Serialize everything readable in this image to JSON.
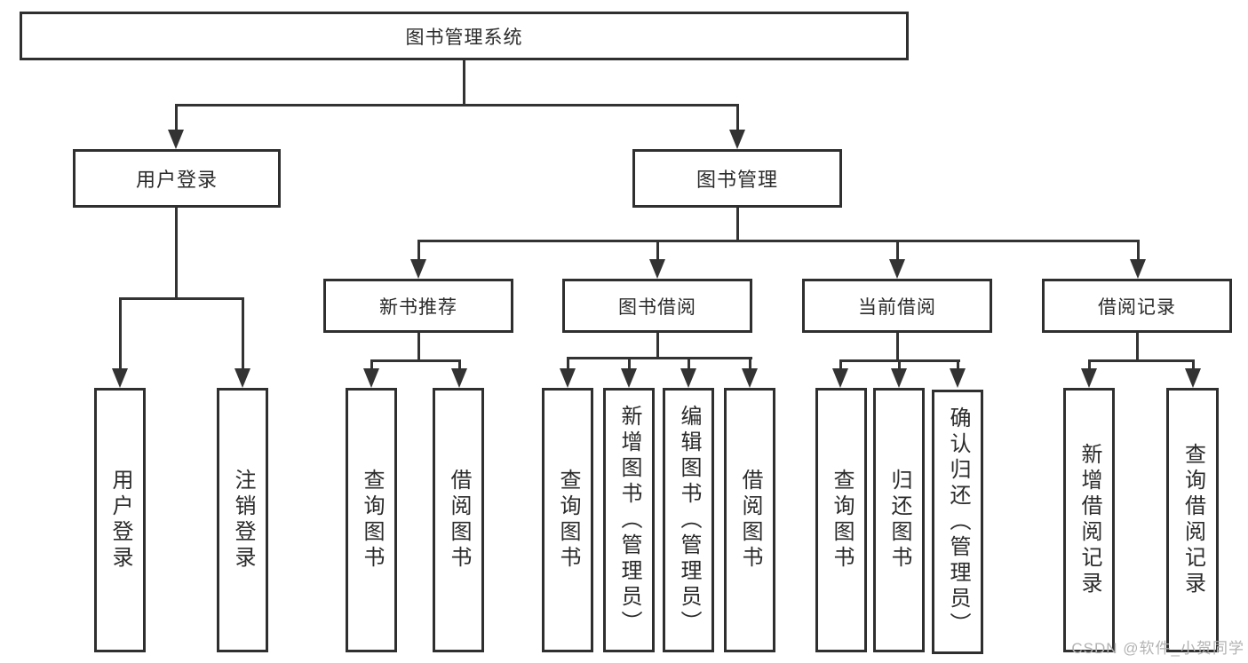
{
  "diagram_type": "hierarchy-tree",
  "colors": {
    "line": "#333333",
    "box_border": "#2f2f2f",
    "text": "#2b2b2b",
    "watermark": "#b3b3b3",
    "background": "#ffffff"
  },
  "tree": {
    "root": {
      "label": "图书管理系统",
      "children": [
        {
          "label": "用户登录",
          "children": [
            {
              "label": "用户登录"
            },
            {
              "label": "注销登录"
            }
          ]
        },
        {
          "label": "图书管理",
          "children": [
            {
              "label": "新书推荐",
              "children": [
                {
                  "label": "查询图书"
                },
                {
                  "label": "借阅图书"
                }
              ]
            },
            {
              "label": "图书借阅",
              "children": [
                {
                  "label": "查询图书"
                },
                {
                  "label": "新增图书（管理员）"
                },
                {
                  "label": "编辑图书（管理员）"
                },
                {
                  "label": "借阅图书"
                }
              ]
            },
            {
              "label": "当前借阅",
              "children": [
                {
                  "label": "查询图书"
                },
                {
                  "label": "归还图书"
                },
                {
                  "label": "确认归还（管理员）"
                }
              ]
            },
            {
              "label": "借阅记录",
              "children": [
                {
                  "label": "新增借阅记录"
                },
                {
                  "label": "查询借阅记录"
                }
              ]
            }
          ]
        }
      ]
    }
  },
  "watermark": {
    "text": "CSDN @软件_小贺同学"
  }
}
